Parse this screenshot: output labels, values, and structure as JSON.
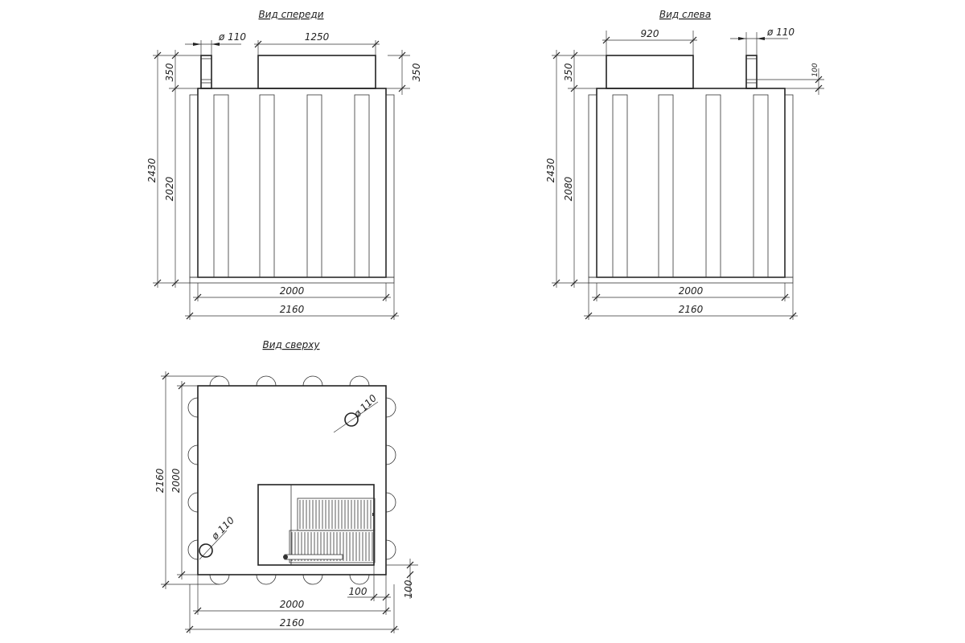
{
  "front_view": {
    "title": "Вид спереди",
    "pipe_diameter": "ø 110",
    "box_width": "1250",
    "box_height_left": "350",
    "box_height_right": "350",
    "total_height": "2430",
    "body_height": "2020",
    "body_width": "2000",
    "total_width": "2160"
  },
  "left_view": {
    "title": "Вид слева",
    "box_width": "920",
    "pipe_diameter": "ø 110",
    "box_height": "350",
    "pipe_offset": "100",
    "total_height": "2430",
    "body_height": "2080",
    "body_width": "2000",
    "total_width": "2160"
  },
  "top_view": {
    "title": "Вид сверху",
    "pipe_diameter_top": "ø 110",
    "pipe_diameter_bottom": "ø 110",
    "total_depth": "2160",
    "body_depth": "2000",
    "body_width": "2000",
    "total_width": "2160",
    "offset_x": "100",
    "offset_y": "100"
  }
}
